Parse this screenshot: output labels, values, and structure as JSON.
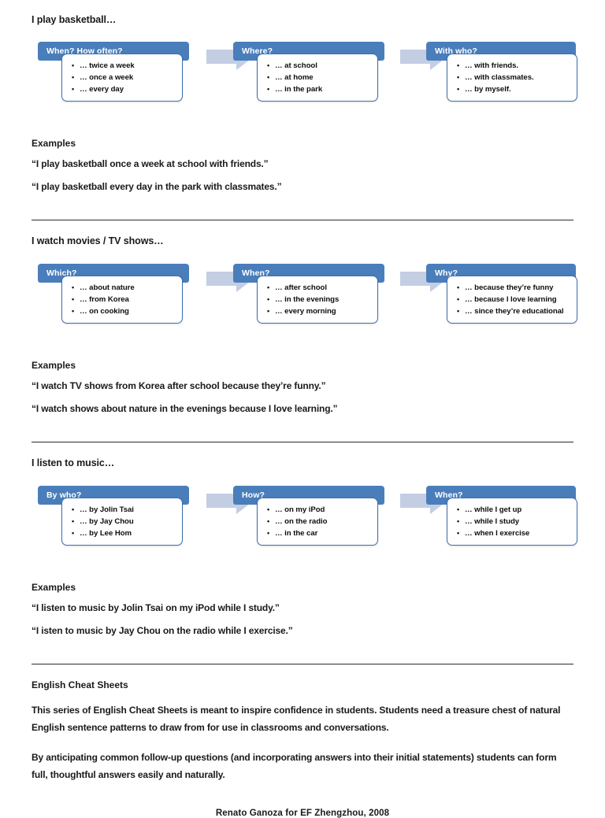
{
  "document": {
    "sections": [
      {
        "title": "I play basketball…",
        "steps": [
          {
            "question": "When? How often?",
            "options": [
              "… twice a week",
              "… once a week",
              "… every day"
            ]
          },
          {
            "question": "Where?",
            "options": [
              "… at school",
              "… at home",
              "… in the park"
            ]
          },
          {
            "question": "With who?",
            "options": [
              "… with friends.",
              "… with classmates.",
              "… by myself."
            ]
          }
        ],
        "examples_heading": "Examples",
        "examples": [
          "“I play basketball once a week at school with friends.”",
          "“I play basketball every day in the park with classmates.”"
        ]
      },
      {
        "title": "I watch movies / TV shows…",
        "steps": [
          {
            "question": "Which?",
            "options": [
              "… about nature",
              "… from Korea",
              "… on cooking"
            ]
          },
          {
            "question": "When?",
            "options": [
              "… after school",
              "… in the evenings",
              "… every morning"
            ]
          },
          {
            "question": "Why?",
            "options": [
              "… because they’re funny",
              "… because I love learning",
              "… since they’re educational"
            ]
          }
        ],
        "examples_heading": "Examples",
        "examples": [
          "“I watch TV shows from Korea  after school because they’re funny.”",
          "“I watch shows about nature in the evenings because I love learning.”"
        ]
      },
      {
        "title": "I listen to music…",
        "steps": [
          {
            "question": "By who?",
            "options": [
              "… by Jolin Tsai",
              "… by Jay Chou",
              "… by Lee Hom"
            ]
          },
          {
            "question": "How?",
            "options": [
              "… on my iPod",
              "… on the radio",
              "… in the car"
            ]
          },
          {
            "question": "When?",
            "options": [
              "… while I get up",
              "… while I study",
              "… when I exercise"
            ]
          }
        ],
        "examples_heading": "Examples",
        "examples": [
          "“I listen to music by Jolin Tsai on my iPod while I study.”",
          "“I isten to music by Jay Chou on the radio while I exercise.”"
        ]
      }
    ],
    "footer": {
      "title": "English Cheat Sheets",
      "paragraphs": [
        "This series of English Cheat Sheets is meant to inspire confidence in students. Students need a treasure chest of natural English sentence patterns to draw from for use in classrooms and conversations.",
        "By anticipating common follow-up questions (and incorporating answers into their initial statements) students can form full, thoughtful answers easily and naturally."
      ],
      "credit": "Renato Ganoza for EF Zhengzhou, 2008"
    },
    "colors": {
      "header_blue": "#4a7ebb",
      "box_border_blue": "#3f6fae",
      "arrow_blue": "#c3cee3",
      "text_black": "#1a1a1a"
    }
  }
}
